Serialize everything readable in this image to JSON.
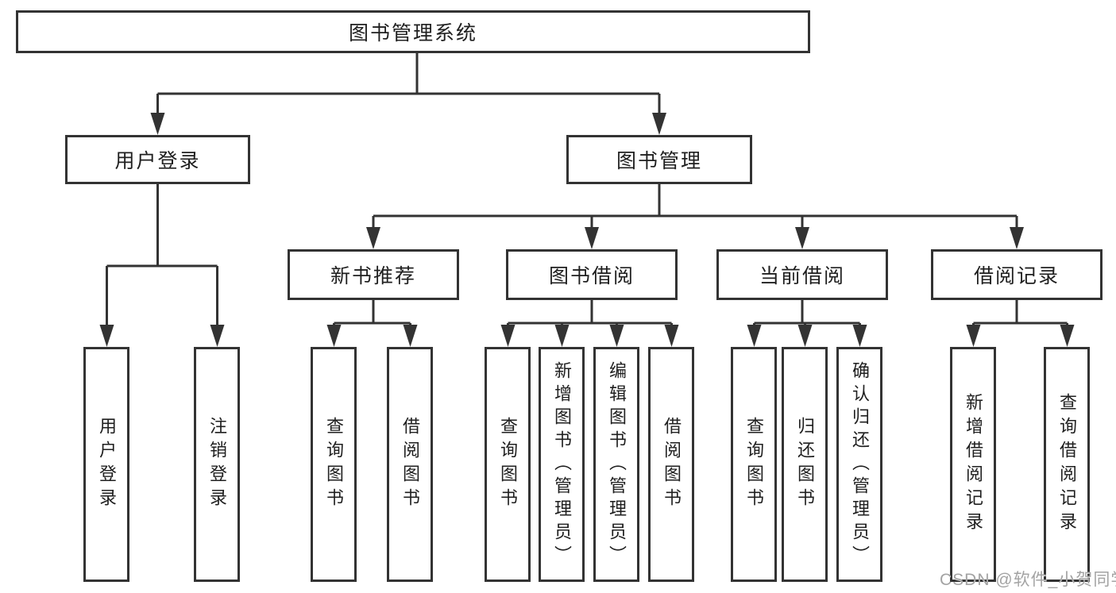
{
  "colors": {
    "line": "#333333",
    "text": "#1f1f1f",
    "watermark": "#a3a3a3",
    "background": "#ffffff"
  },
  "watermark": {
    "text": "CSDN @软件_小贺同学"
  },
  "diagram": {
    "type": "tree",
    "title": "图书管理系统",
    "branches": [
      {
        "label": "用户登录",
        "children": [
          "用户登录",
          "注销登录"
        ]
      },
      {
        "label": "图书管理",
        "sections": [
          {
            "label": "新书推荐",
            "children": [
              "查询图书",
              "借阅图书"
            ]
          },
          {
            "label": "图书借阅",
            "children": [
              "查询图书",
              "新增图书（管理员）",
              "编辑图书（管理员）",
              "借阅图书"
            ]
          },
          {
            "label": "当前借阅",
            "children": [
              "查询图书",
              "归还图书",
              "确认归还（管理员）"
            ]
          },
          {
            "label": "借阅记录",
            "children": [
              "新增借阅记录",
              "查询借阅记录"
            ]
          }
        ]
      }
    ]
  }
}
